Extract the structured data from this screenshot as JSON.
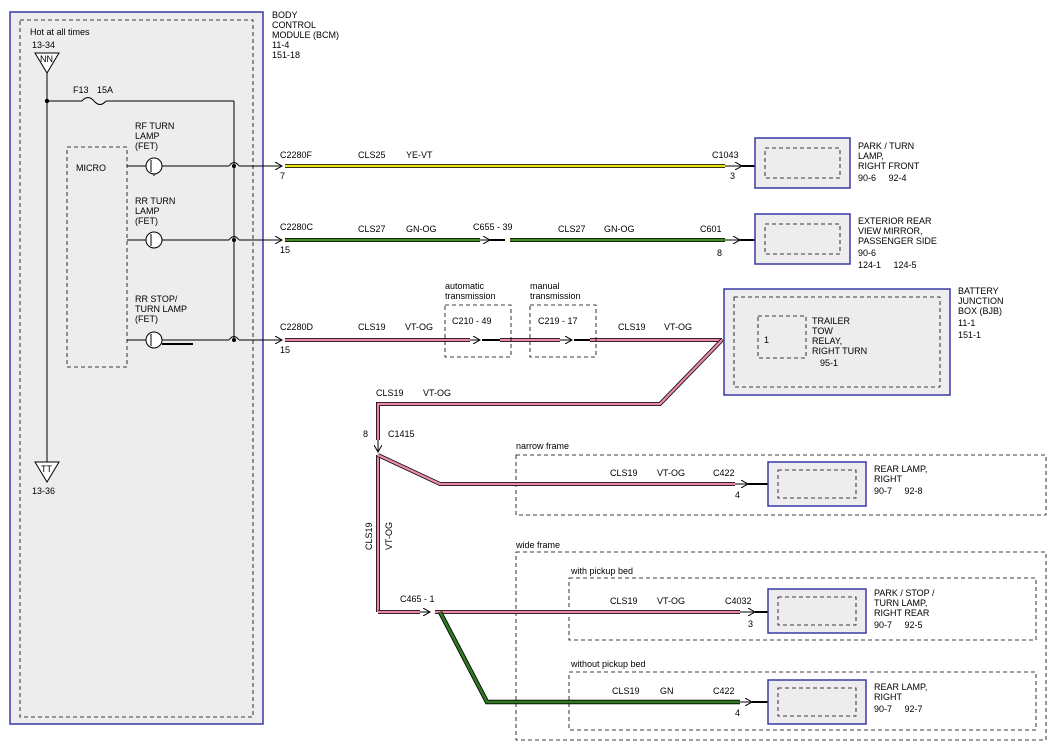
{
  "bcm": {
    "title_lines": [
      "BODY",
      "CONTROL",
      "MODULE (BCM)",
      "11-4",
      "151-18"
    ],
    "hot_label": "Hot at all times",
    "hot_ref": "13-34",
    "hot_terminal": "NN",
    "ground_terminal": "TT",
    "ground_ref": "13-36",
    "fuse_label": "F13",
    "fuse_rating": "15A",
    "micro_label": "MICRO",
    "fet1_lines": [
      "RF TURN",
      "LAMP",
      "(FET)"
    ],
    "fet2_lines": [
      "RR TURN",
      "LAMP",
      "(FET)"
    ],
    "fet3_lines": [
      "RR STOP/",
      "TURN LAMP",
      "(FET)"
    ]
  },
  "circuits": [
    {
      "connector": "C2280F",
      "pin": "7",
      "circuit": "CLS25",
      "color": "YE-VT",
      "end_connector": "C1043",
      "end_pin": "3",
      "wire_hex": "#e8e020"
    },
    {
      "connector": "C2280C",
      "pin": "15",
      "circuit": "CLS27",
      "color": "GN-OG",
      "inline_connector": "C655 - 39",
      "circuit_b": "CLS27",
      "color_b": "GN-OG",
      "end_connector": "C601",
      "end_pin": "8",
      "wire_hex": "#3f8f1f"
    },
    {
      "connector": "C2280D",
      "pin": "15",
      "circuit": "CLS19",
      "color": "VT-OG",
      "circuit_b": "CLS19",
      "color_b": "VT-OG",
      "wire_hex": "#e88aaa"
    }
  ],
  "options": {
    "automatic": [
      "automatic",
      "transmission"
    ],
    "automatic_connector": "C210 - 49",
    "manual": [
      "manual",
      "transmission"
    ],
    "manual_connector": "C219 - 17"
  },
  "components": {
    "park_turn_rf": {
      "lines": [
        "PARK / TURN",
        "LAMP,",
        "RIGHT FRONT"
      ],
      "refs": "90-6     92-4"
    },
    "mirror": {
      "lines": [
        "EXTERIOR REAR",
        "VIEW MIRROR,",
        "PASSENGER SIDE",
        "90-6"
      ],
      "refs": "124-1     124-5"
    },
    "bjb": {
      "lines": [
        "BATTERY",
        "JUNCTION",
        "BOX (BJB)",
        "11-1",
        "151-1"
      ],
      "relay_pin": "1",
      "relay_lines": [
        "TRAILER",
        "TOW",
        "RELAY,",
        "RIGHT TURN",
        "95-1"
      ]
    },
    "rear_narrow": {
      "lines": [
        "REAR LAMP,",
        "RIGHT"
      ],
      "refs": "90-7     92-8"
    },
    "park_stop_rr": {
      "lines": [
        "PARK / STOP /",
        "TURN LAMP,",
        "RIGHT REAR"
      ],
      "refs": "90-7     92-5"
    },
    "rear_nobed": {
      "lines": [
        "REAR LAMP,",
        "RIGHT"
      ],
      "refs": "90-7     92-7"
    }
  },
  "trunk": {
    "circuit": "CLS19",
    "color": "VT-OG",
    "splice_pin": "8",
    "splice_connector": "C1415",
    "vertical_circuit": "CLS19",
    "vertical_color": "VT-OG"
  },
  "narrow_frame": {
    "label": "narrow frame",
    "circuit": "CLS19",
    "color": "VT-OG",
    "connector": "C422",
    "pin": "4"
  },
  "wide_frame": {
    "label": "wide frame",
    "splice": "C465 - 1",
    "with_bed": {
      "label": "with pickup bed",
      "circuit": "CLS19",
      "color": "VT-OG",
      "connector": "C4032",
      "pin": "3"
    },
    "without_bed": {
      "label": "without pickup bed",
      "circuit": "CLS19",
      "color": "GN",
      "connector": "C422",
      "pin": "4",
      "wire_hex": "#2f7a1f"
    }
  }
}
